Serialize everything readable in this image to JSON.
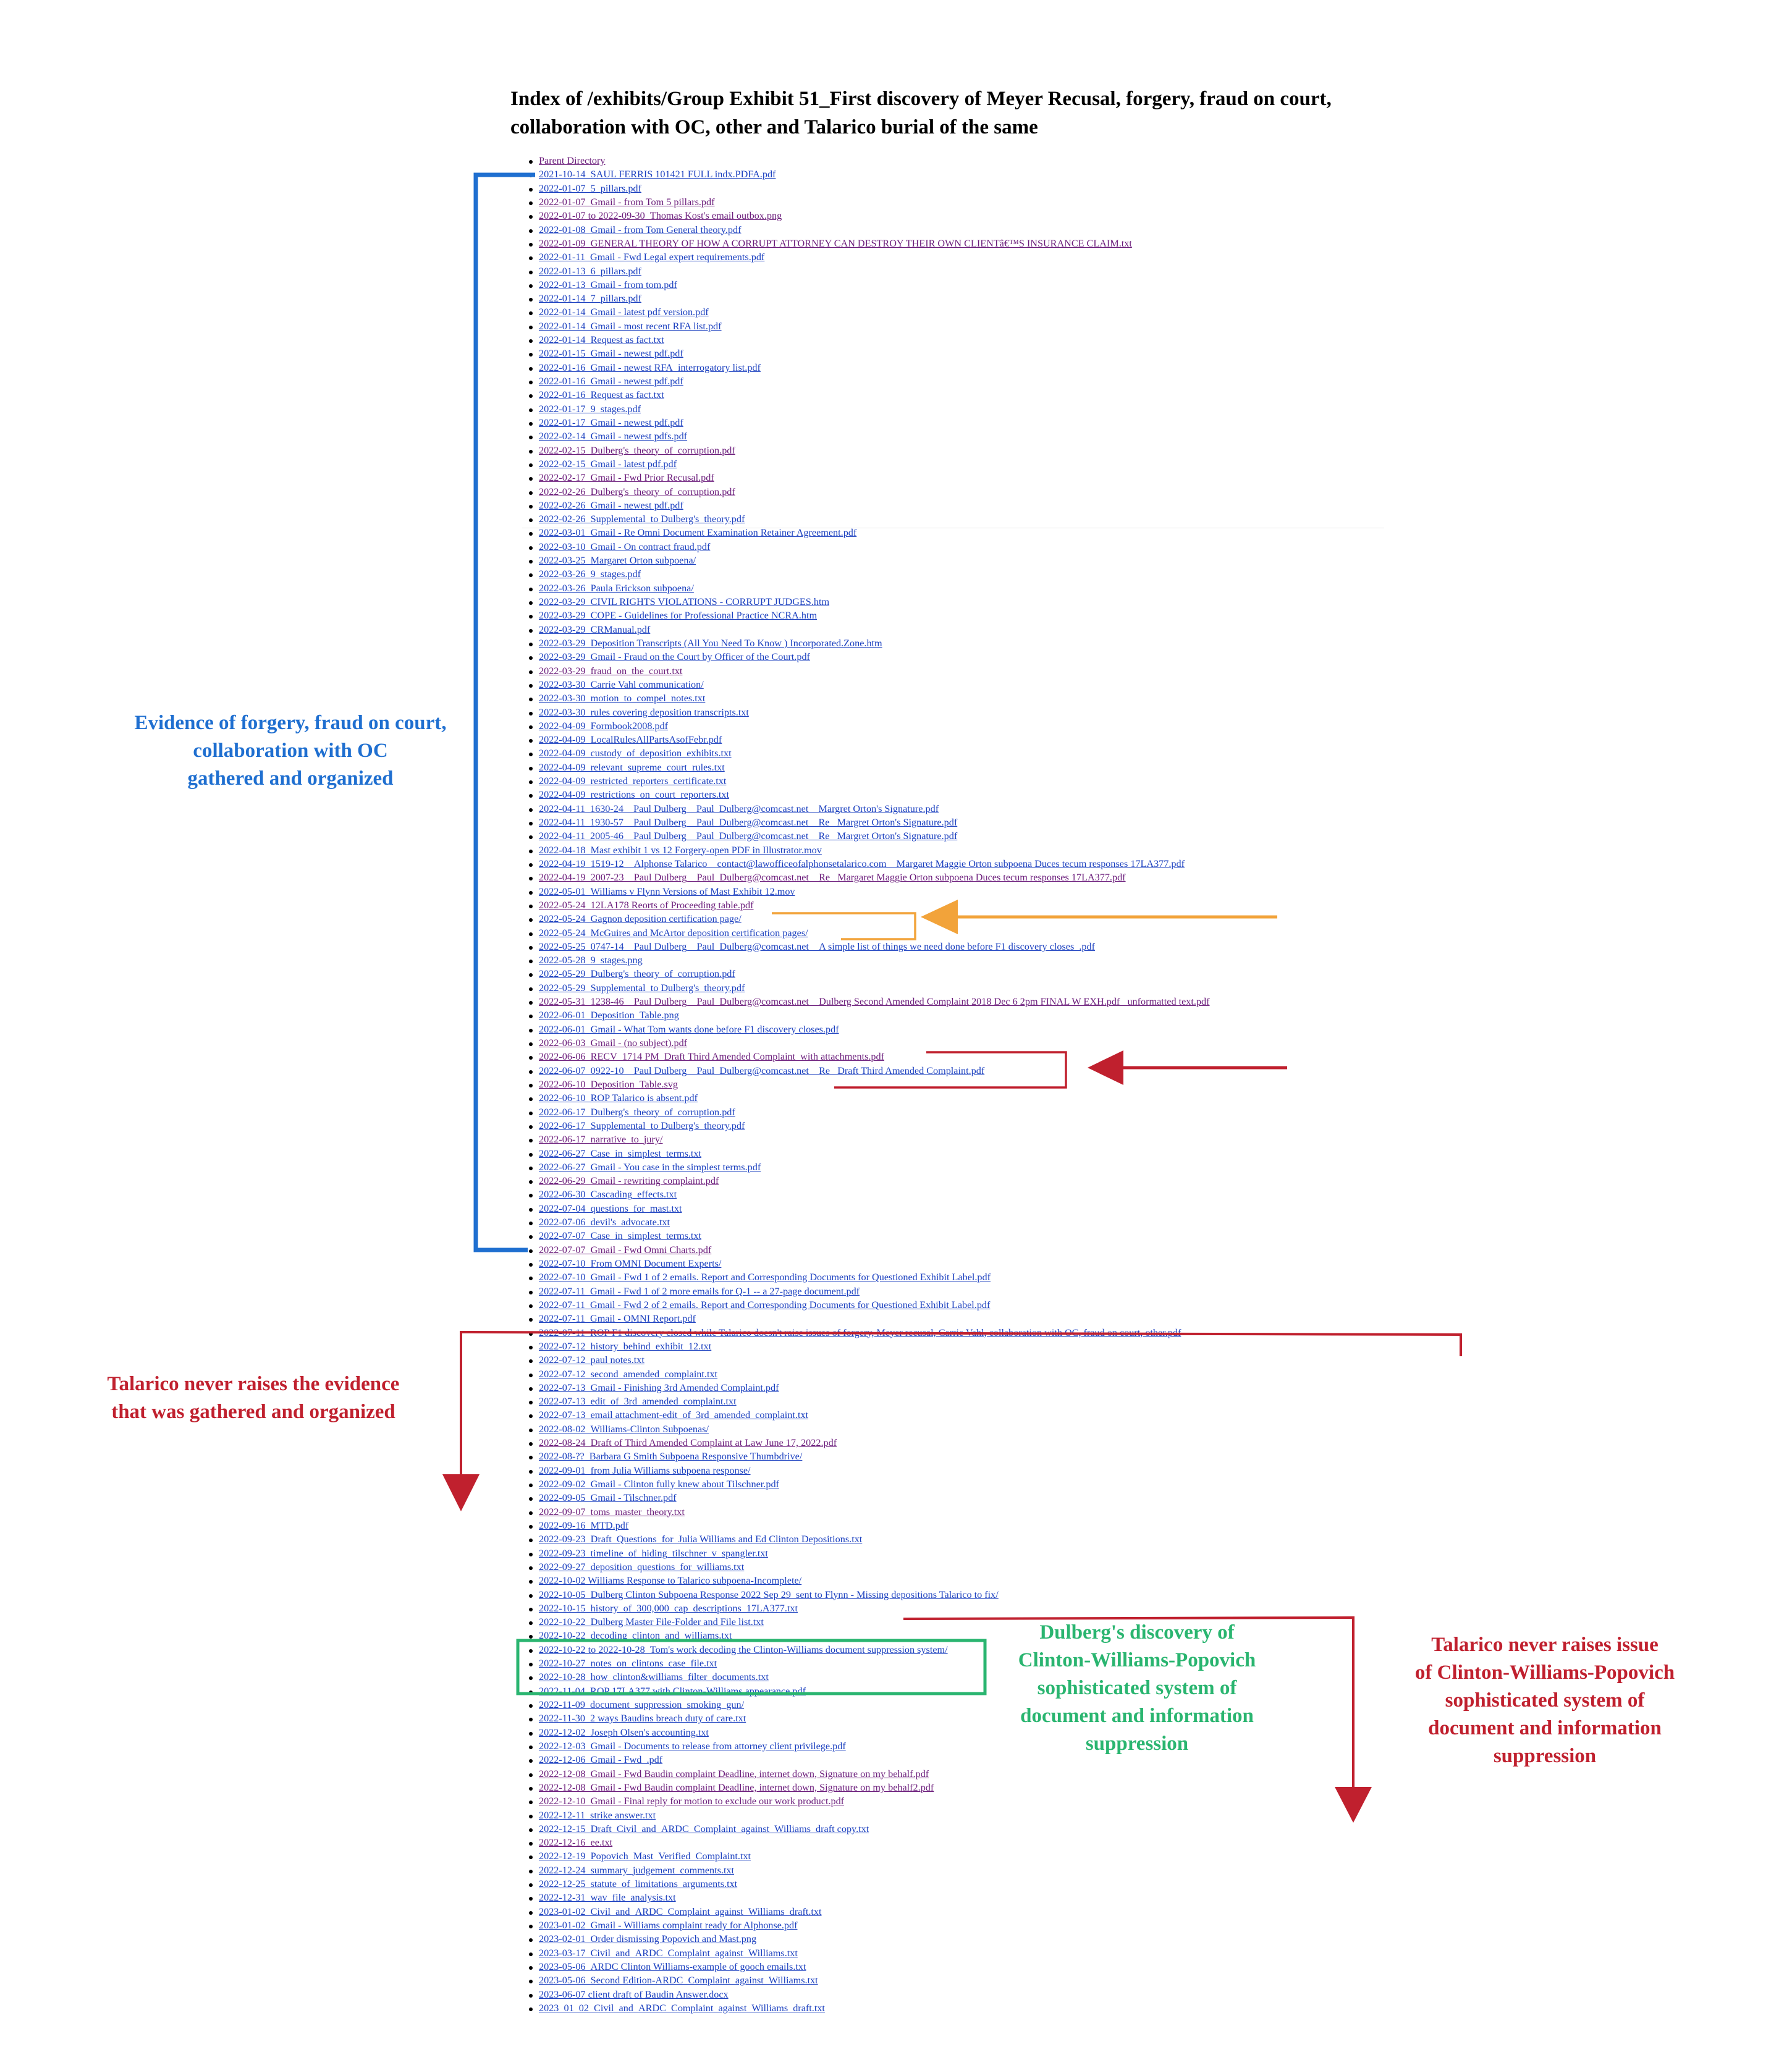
{
  "page": {
    "title": "Index of /exhibits/Group Exhibit 51_First discovery of Meyer Recusal, forgery, fraud on court, collaboration with OC, other and Talarico burial of the same"
  },
  "colors": {
    "link_blue": "#1a3fbf",
    "link_visited": "#6a1b7a",
    "annotation_blue": "#1f6fd0",
    "annotation_red": "#c0202e",
    "annotation_orange": "#f2a33a",
    "annotation_green": "#2ab570"
  },
  "annotations": {
    "blue_note": [
      "Evidence of forgery, fraud on court,",
      "collaboration with OC",
      "gathered and organized"
    ],
    "red_left_note": [
      "Talarico never raises the evidence",
      "that was gathered and organized"
    ],
    "green_note": [
      "Dulberg's discovery of",
      "Clinton-Williams-Popovich",
      "sophisticated system of",
      "document and information",
      "suppression"
    ],
    "red_right_note": [
      "Talarico never raises issue",
      "of Clinton-Williams-Popovich",
      "sophisticated system of",
      "document and information",
      "suppression"
    ]
  },
  "listing": [
    {
      "name": "Parent Directory",
      "visited": true
    },
    {
      "name": "2021-10-14_SAUL FERRIS 101421 FULL indx.PDFA.pdf",
      "visited": false
    },
    {
      "name": "2022-01-07_5_pillars.pdf",
      "visited": false
    },
    {
      "name": "2022-01-07_Gmail - from Tom 5 pillars.pdf",
      "visited": true
    },
    {
      "name": "2022-01-07 to 2022-09-30_Thomas Kost's email outbox.png",
      "visited": true
    },
    {
      "name": "2022-01-08_Gmail - from Tom General theory.pdf",
      "visited": false
    },
    {
      "name": "2022-01-09_GENERAL THEORY OF HOW A CORRUPT ATTORNEY CAN DESTROY THEIR OWN CLIENTâ€™S INSURANCE CLAIM.txt",
      "visited": true
    },
    {
      "name": "2022-01-11_Gmail - Fwd Legal expert requirements.pdf",
      "visited": false
    },
    {
      "name": "2022-01-13_6_pillars.pdf",
      "visited": false
    },
    {
      "name": "2022-01-13_Gmail - from tom.pdf",
      "visited": false
    },
    {
      "name": "2022-01-14_7_pillars.pdf",
      "visited": false
    },
    {
      "name": "2022-01-14_Gmail - latest pdf version.pdf",
      "visited": false
    },
    {
      "name": "2022-01-14_Gmail - most recent RFA list.pdf",
      "visited": false
    },
    {
      "name": "2022-01-14_Request as fact.txt",
      "visited": false
    },
    {
      "name": "2022-01-15_Gmail - newest pdf.pdf",
      "visited": false
    },
    {
      "name": "2022-01-16_Gmail - newest RFA_interrogatory list.pdf",
      "visited": false
    },
    {
      "name": "2022-01-16_Gmail - newest pdf.pdf",
      "visited": false
    },
    {
      "name": "2022-01-16_Request as fact.txt",
      "visited": false
    },
    {
      "name": "2022-01-17_9_stages.pdf",
      "visited": false
    },
    {
      "name": "2022-01-17_Gmail - newest pdf.pdf",
      "visited": false
    },
    {
      "name": "2022-02-14_Gmail - newest pdfs.pdf",
      "visited": false
    },
    {
      "name": "2022-02-15_Dulberg's_theory_of_corruption.pdf",
      "visited": true
    },
    {
      "name": "2022-02-15_Gmail - latest pdf.pdf",
      "visited": false
    },
    {
      "name": "2022-02-17_Gmail - Fwd Prior Recusal.pdf",
      "visited": true
    },
    {
      "name": "2022-02-26_Dulberg's_theory_of_corruption.pdf",
      "visited": true
    },
    {
      "name": "2022-02-26_Gmail - newest pdf.pdf",
      "visited": false
    },
    {
      "name": "2022-02-26_Supplemental_to Dulberg's_theory.pdf",
      "visited": false
    },
    {
      "name": "2022-03-01_Gmail - Re Omni Document Examination Retainer Agreement.pdf",
      "visited": false
    },
    {
      "name": "2022-03-10_Gmail - On contract fraud.pdf",
      "visited": false
    },
    {
      "name": "2022-03-25_Margaret Orton subpoena/",
      "visited": false
    },
    {
      "name": "2022-03-26_9_stages.pdf",
      "visited": false
    },
    {
      "name": "2022-03-26_Paula Erickson subpoena/",
      "visited": false
    },
    {
      "name": "2022-03-29_CIVIL RIGHTS VIOLATIONS - CORRUPT JUDGES.htm",
      "visited": false
    },
    {
      "name": "2022-03-29_COPE - Guidelines for Professional Practice NCRA.htm",
      "visited": false
    },
    {
      "name": "2022-03-29_CRManual.pdf",
      "visited": false
    },
    {
      "name": "2022-03-29_Deposition Transcripts (All You Need To Know ) Incorporated.Zone.htm",
      "visited": false
    },
    {
      "name": "2022-03-29_Gmail - Fraud on the Court by Officer of the Court.pdf",
      "visited": false
    },
    {
      "name": "2022-03-29_fraud_on_the_court.txt",
      "visited": true
    },
    {
      "name": "2022-03-30_Carrie Vahl communication/",
      "visited": false
    },
    {
      "name": "2022-03-30_motion_to_compel_notes.txt",
      "visited": false
    },
    {
      "name": "2022-03-30_rules covering deposition transcripts.txt",
      "visited": false
    },
    {
      "name": "2022-04-09_Formbook2008.pdf",
      "visited": false
    },
    {
      "name": "2022-04-09_LocalRulesAllPartsAsofFebr.pdf",
      "visited": false
    },
    {
      "name": "2022-04-09_custody_of_deposition_exhibits.txt",
      "visited": false
    },
    {
      "name": "2022-04-09_relevant_supreme_court_rules.txt",
      "visited": false
    },
    {
      "name": "2022-04-09_restricted_reporters_certificate.txt",
      "visited": false
    },
    {
      "name": "2022-04-09_restrictions_on_court_reporters.txt",
      "visited": false
    },
    {
      "name": "2022-04-11_1630-24__Paul Dulberg__Paul_Dulberg@comcast.net__Margret Orton's Signature.pdf",
      "visited": false
    },
    {
      "name": "2022-04-11_1930-57__Paul Dulberg__Paul_Dulberg@comcast.net__Re_ Margret Orton's Signature.pdf",
      "visited": false
    },
    {
      "name": "2022-04-11_2005-46__Paul Dulberg__Paul_Dulberg@comcast.net__Re_ Margret Orton's Signature.pdf",
      "visited": false
    },
    {
      "name": "2022-04-18_Mast exhibit 1 vs 12 Forgery-open PDF in Illustrator.mov",
      "visited": false
    },
    {
      "name": "2022-04-19_1519-12__Alphonse Talarico__contact@lawofficeofalphonsetalarico.com__Margaret Maggie Orton subpoena Duces tecum responses 17LA377.pdf",
      "visited": false
    },
    {
      "name": "2022-04-19_2007-23__Paul Dulberg__Paul_Dulberg@comcast.net__Re_ Margaret Maggie Orton subpoena Duces tecum responses 17LA377.pdf",
      "visited": true
    },
    {
      "name": "2022-05-01_Williams v Flynn Versions of Mast Exhibit 12.mov",
      "visited": false
    },
    {
      "name": "2022-05-24_12LA178 Reorts of Proceeding table.pdf",
      "visited": true
    },
    {
      "name": "2022-05-24_Gagnon deposition certification page/",
      "visited": false
    },
    {
      "name": "2022-05-24_McGuires and McArtor deposition certification pages/",
      "visited": false
    },
    {
      "name": "2022-05-25_0747-14__Paul Dulberg__Paul_Dulberg@comcast.net__A simple list of things we need done before F1 discovery closes_.pdf",
      "visited": false
    },
    {
      "name": "2022-05-28_9_stages.png",
      "visited": false
    },
    {
      "name": "2022-05-29_Dulberg's_theory_of_corruption.pdf",
      "visited": false
    },
    {
      "name": "2022-05-29_Supplemental_to Dulberg's_theory.pdf",
      "visited": false
    },
    {
      "name": "2022-05-31_1238-46__Paul Dulberg__Paul_Dulberg@comcast.net__Dulberg Second Amended Complaint 2018 Dec 6 2pm FINAL W EXH.pdf_ unformatted text.pdf",
      "visited": true
    },
    {
      "name": "2022-06-01_Deposition_Table.png",
      "visited": false
    },
    {
      "name": "2022-06-01_Gmail - What Tom wants done before F1 discovery closes.pdf",
      "visited": false
    },
    {
      "name": "2022-06-03_Gmail - (no subject).pdf",
      "visited": true
    },
    {
      "name": "2022-06-06_RECV_1714 PM_Draft Third Amended Complaint_with attachments.pdf",
      "visited": true
    },
    {
      "name": "2022-06-07_0922-10__Paul Dulberg__Paul_Dulberg@comcast.net__Re_ Draft Third Amended Complaint.pdf",
      "visited": false
    },
    {
      "name": "2022-06-10_Deposition_Table.svg",
      "visited": true
    },
    {
      "name": "2022-06-10_ROP Talarico is absent.pdf",
      "visited": false
    },
    {
      "name": "2022-06-17_Dulberg's_theory_of_corruption.pdf",
      "visited": false
    },
    {
      "name": "2022-06-17_Supplemental_to Dulberg's_theory.pdf",
      "visited": false
    },
    {
      "name": "2022-06-17_narrative_to_jury/",
      "visited": true
    },
    {
      "name": "2022-06-27_Case_in_simplest_terms.txt",
      "visited": false
    },
    {
      "name": "2022-06-27_Gmail - You case in the simplest terms.pdf",
      "visited": false
    },
    {
      "name": "2022-06-29_Gmail - rewriting complaint.pdf",
      "visited": true
    },
    {
      "name": "2022-06-30_Cascading_effects.txt",
      "visited": false
    },
    {
      "name": "2022-07-04_questions_for_mast.txt",
      "visited": false
    },
    {
      "name": "2022-07-06_devil's_advocate.txt",
      "visited": false
    },
    {
      "name": "2022-07-07_Case_in_simplest_terms.txt",
      "visited": false
    },
    {
      "name": "2022-07-07_Gmail - Fwd Omni Charts.pdf",
      "visited": true
    },
    {
      "name": "2022-07-10_From OMNI Document Experts/",
      "visited": false
    },
    {
      "name": "2022-07-10_Gmail - Fwd 1 of 2 emails. Report and Corresponding Documents for Questioned Exhibit Label.pdf",
      "visited": false
    },
    {
      "name": "2022-07-11_Gmail - Fwd 1 of 2 more emails for Q-1 -- a 27-page document.pdf",
      "visited": false
    },
    {
      "name": "2022-07-11_Gmail - Fwd 2 of 2 emails. Report and Corresponding Documents for Questioned Exhibit Label.pdf",
      "visited": false
    },
    {
      "name": "2022-07-11_Gmail - OMNI Report.pdf",
      "visited": false
    },
    {
      "name": "2022-07-11_ROP F1 discovery closed while Talarico doesn't raise issues of forgery, Meyer recusal, Carrie Vahl, collaboration with OC, fraud on court, other.pdf",
      "visited": false
    },
    {
      "name": "2022-07-12_history_behind_exhibit_12.txt",
      "visited": false
    },
    {
      "name": "2022-07-12_paul notes.txt",
      "visited": false
    },
    {
      "name": "2022-07-12_second_amended_complaint.txt",
      "visited": false
    },
    {
      "name": "2022-07-13_Gmail - Finishing 3rd Amended Complaint.pdf",
      "visited": false
    },
    {
      "name": "2022-07-13_edit_of_3rd_amended_complaint.txt",
      "visited": false
    },
    {
      "name": "2022-07-13_email attachment-edit_of_3rd_amended_complaint.txt",
      "visited": false
    },
    {
      "name": "2022-08-02_Williams-Clinton Subpoenas/",
      "visited": false
    },
    {
      "name": "2022-08-24_Draft of Third Amended Complaint at Law June 17, 2022.pdf",
      "visited": true
    },
    {
      "name": "2022-08-??_Barbara G Smith Subpoena Responsive Thumbdrive/",
      "visited": false
    },
    {
      "name": "2022-09-01_from Julia Williams subpoena response/",
      "visited": false
    },
    {
      "name": "2022-09-02_Gmail - Clinton fully knew about Tilschner.pdf",
      "visited": false
    },
    {
      "name": "2022-09-05_Gmail - Tilschner.pdf",
      "visited": false
    },
    {
      "name": "2022-09-07_toms_master_theory.txt",
      "visited": true
    },
    {
      "name": "2022-09-16_MTD.pdf",
      "visited": false
    },
    {
      "name": "2022-09-23_Draft_Questions_for_Julia Williams and Ed Clinton Depositions.txt",
      "visited": false
    },
    {
      "name": "2022-09-23_timeline_of_hiding_tilschner_v_spangler.txt",
      "visited": false
    },
    {
      "name": "2022-09-27_deposition_questions_for_williams.txt",
      "visited": false
    },
    {
      "name": "2022-10-02 Williams Response to Talarico subpoena-Incomplete/",
      "visited": false
    },
    {
      "name": "2022-10-05_Dulberg Clinton Subpoena Response 2022 Sep 29_sent to Flynn - Missing depositions Talarico to fix/",
      "visited": false
    },
    {
      "name": "2022-10-15_history_of_300,000_cap_descriptions_17LA377.txt",
      "visited": false
    },
    {
      "name": "2022-10-22_Dulberg Master File-Folder and File list.txt",
      "visited": false
    },
    {
      "name": "2022-10-22_decoding_clinton_and_williams.txt",
      "visited": false
    },
    {
      "name": "2022-10-22 to 2022-10-28_Tom's work decoding the Clinton-Williams document suppression system/",
      "visited": false
    },
    {
      "name": "2022-10-27_notes_on_clintons_case_file.txt",
      "visited": false
    },
    {
      "name": "2022-10-28_how_clinton&williams_filter_documents.txt",
      "visited": false
    },
    {
      "name": "2022-11-04_ROP 17LA377 with Clinton-Williams appearance.pdf",
      "visited": false
    },
    {
      "name": "2022-11-09_document_suppression_smoking_gun/",
      "visited": false
    },
    {
      "name": "2022-11-30_2 ways Baudins breach duty of care.txt",
      "visited": false
    },
    {
      "name": "2022-12-02_Joseph Olsen's accounting.txt",
      "visited": false
    },
    {
      "name": "2022-12-03_Gmail - Documents to release from attorney client privilege.pdf",
      "visited": false
    },
    {
      "name": "2022-12-06_Gmail - Fwd_.pdf",
      "visited": false
    },
    {
      "name": "2022-12-08_Gmail - Fwd Baudin complaint Deadline, internet down, Signature on my behalf.pdf",
      "visited": true
    },
    {
      "name": "2022-12-08_Gmail - Fwd Baudin complaint Deadline, internet down, Signature on my behalf2.pdf",
      "visited": true
    },
    {
      "name": "2022-12-10_Gmail - Final reply for motion to exclude our work product.pdf",
      "visited": true
    },
    {
      "name": "2022-12-11_strike answer.txt",
      "visited": false
    },
    {
      "name": "2022-12-15_Draft_Civil_and_ARDC_Complaint_against_Williams_draft copy.txt",
      "visited": false
    },
    {
      "name": "2022-12-16_ee.txt",
      "visited": true
    },
    {
      "name": "2022-12-19_Popovich_Mast_Verified_Complaint.txt",
      "visited": false
    },
    {
      "name": "2022-12-24_summary_judgement_comments.txt",
      "visited": false
    },
    {
      "name": "2022-12-25_statute_of_limitations_arguments.txt",
      "visited": false
    },
    {
      "name": "2022-12-31_wav_file_analysis.txt",
      "visited": false
    },
    {
      "name": "2023-01-02_Civil_and_ARDC_Complaint_against_Williams_draft.txt",
      "visited": false
    },
    {
      "name": "2023-01-02_Gmail - Williams complaint ready for Alphonse.pdf",
      "visited": false
    },
    {
      "name": "2023-02-01_Order dismissing Popovich and Mast.png",
      "visited": false
    },
    {
      "name": "2023-03-17_Civil_and_ARDC_Complaint_against_Williams.txt",
      "visited": false
    },
    {
      "name": "2023-05-06_ARDC Clinton Williams-example of gooch emails.txt",
      "visited": false
    },
    {
      "name": "2023-05-06_Second Edition-ARDC_Complaint_against_Williams.txt",
      "visited": false
    },
    {
      "name": "2023-06-07 client draft of Baudin Answer.docx",
      "visited": false
    },
    {
      "name": "2023_01_02_Civil_and_ARDC_Complaint_against_Williams_draft.txt",
      "visited": false
    }
  ]
}
